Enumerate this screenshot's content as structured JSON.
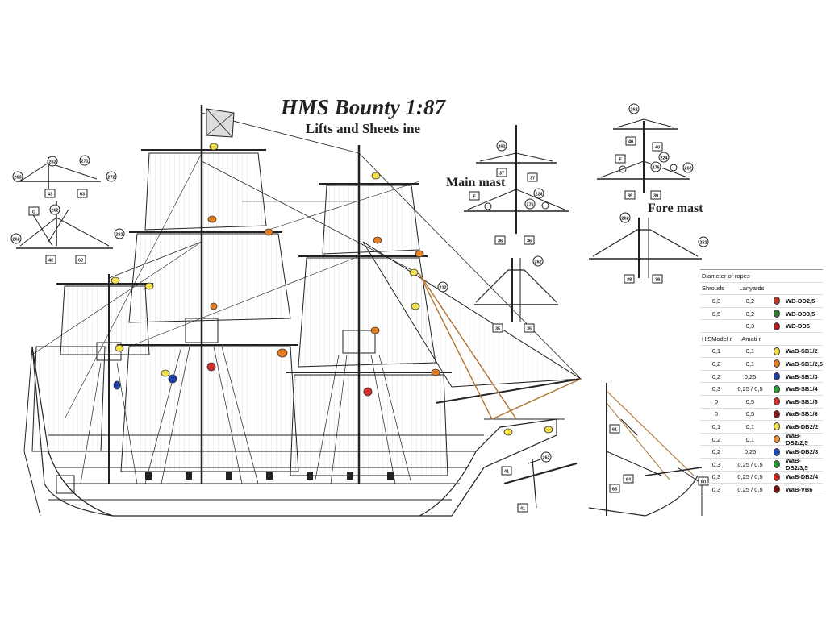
{
  "title": "HMS Bounty 1:87",
  "subtitle": "Lifts and Sheets ine",
  "labels": {
    "main_mast": "Main mast",
    "fore_mast": "Fore mast"
  },
  "legend": {
    "heading": "Diameter of ropes",
    "col_shrouds": "Shrouds",
    "col_lanyards": "Lanyards",
    "col_hismodel": "HiSModel r.",
    "col_amati": "Amati r.",
    "rows_top": [
      {
        "a": "0,3",
        "b": "0,2",
        "color": "#c0392b",
        "code": "WB-DD2,5"
      },
      {
        "a": "0,5",
        "b": "0,2",
        "color": "#2e7d32",
        "code": "WB-DD3,5"
      },
      {
        "a": "",
        "b": "0,3",
        "color": "#b71c1c",
        "code": "WB-DD5"
      }
    ],
    "rows_bottom": [
      {
        "a": "0,1",
        "b": "0,1",
        "color": "#f4e04d",
        "code": "WaB-SB1/2"
      },
      {
        "a": "0,2",
        "b": "0,1",
        "color": "#e67e22",
        "code": "WaB-SB1/2,5"
      },
      {
        "a": "0,2",
        "b": "0,25",
        "color": "#1e3fa8",
        "code": "WaB-SB1/3"
      },
      {
        "a": "0,3",
        "b": "0,25 / 0,5",
        "color": "#2e9e3e",
        "code": "WaB-SB1/4"
      },
      {
        "a": "0",
        "b": "0,5",
        "color": "#d32f2f",
        "code": "WaB-SB1/5"
      },
      {
        "a": "0",
        "b": "0,5",
        "color": "#8b1a1a",
        "code": "WaB-SB1/6"
      },
      {
        "a": "0,1",
        "b": "0,1",
        "color": "#f2e34c",
        "code": "WaB-DB2/2"
      },
      {
        "a": "0,2",
        "b": "0,1",
        "color": "#e6893a",
        "code": "WaB-DB2/2,5"
      },
      {
        "a": "0,2",
        "b": "0,25",
        "color": "#1f49b5",
        "code": "WaB-DB2/3"
      },
      {
        "a": "0,3",
        "b": "0,25 / 0,5",
        "color": "#2f9a3a",
        "code": "WaB-DB2/3,5"
      },
      {
        "a": "0,3",
        "b": "0,25 / 0,5",
        "color": "#cc2a2a",
        "code": "WaB-DB2/4"
      },
      {
        "a": "0,3",
        "b": "0,25 / 0,5",
        "color": "#7a1010",
        "code": "WaB-VB6"
      }
    ]
  },
  "callouts": {
    "c262": "262",
    "c271": "271",
    "c272": "272",
    "c263": "263",
    "c43": "43",
    "c63": "63",
    "c42": "42",
    "c62": "62",
    "cG": "G",
    "cF": "F",
    "c212": "212",
    "c37": "37",
    "c36": "36",
    "c35": "35",
    "c224": "224",
    "c276": "276",
    "c40": "40",
    "c39": "39",
    "c38": "38",
    "c41": "41",
    "c61": "61",
    "c64": "64",
    "c65": "65",
    "c60": "60"
  },
  "colors": {
    "ink": "#222222",
    "rope": "#b07a3a",
    "yellow": "#f4e04d",
    "orange": "#e67e22",
    "red": "#d32f2f",
    "blue": "#1e3fa8"
  }
}
